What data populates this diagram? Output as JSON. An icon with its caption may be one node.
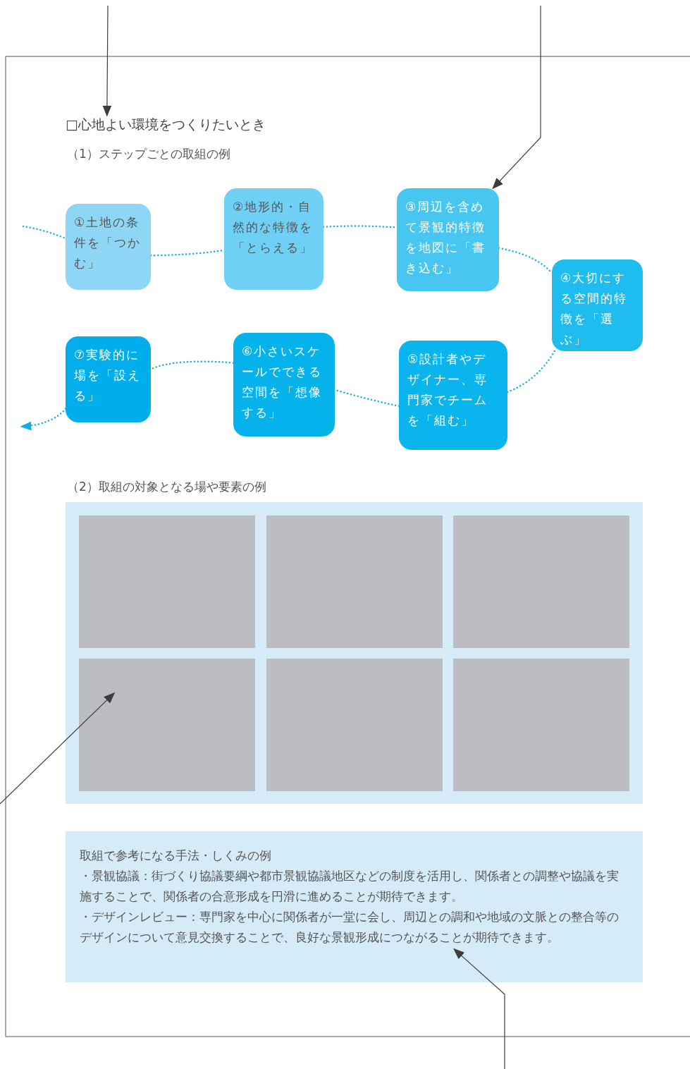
{
  "diagram": {
    "nodes": [
      {
        "text": [
          "□心地よい環境をつくりたいとき"
        ]
      },
      {
        "text": [
          "①土地の条件を「つかむ」"
        ]
      },
      {
        "text": [
          "②地形的・自然的な特徴を「とらえる」"
        ]
      },
      {
        "text": [
          "③周辺を含めて景観的特徴を地図に「書き込む」"
        ]
      },
      {
        "text": [
          "④大切にする空間的特徴を「選ぶ」"
        ]
      },
      {
        "text": [
          "⑤設計者やデザイナー、専門家でチームを「組む」"
        ]
      },
      {
        "text": [
          "⑥小さいスケールでできる空間を「想像する」"
        ]
      },
      {
        "text": [
          "⑦実験的に場を「設える」"
        ]
      },
      {
        "text": [],
        "shape": "box"
      },
      {
        "text": [],
        "shape": "box",
        "in": 8
      },
      {
        "text": [],
        "shape": "box",
        "in": 8
      },
      {
        "text": [],
        "shape": "box",
        "in": 8
      },
      {
        "text": [],
        "shape": "box",
        "in": 8
      },
      {
        "text": [],
        "shape": "box",
        "in": 8
      },
      {
        "text": [],
        "shape": "box",
        "in": 8
      },
      {
        "text": [
          "取組で参考になる手法・しくみの例",
          "・景観協議：街づくり協議要綱や都市景観協議地区などの制度を活用し、関係者との調整や協議を実施することで、関係者の合意形成を円滑に進めることが期待できます。",
          "・デザインレビュー：専門家を中心に関係者が一堂に会し、周辺との調和や地域の文脈との整合等のデザインについて意見交換することで、良好な景観形成につながることが期待できます。"
        ]
      }
    ],
    "edges": [
      {
        "from": null,
        "to": 1,
        "arrow": "none",
        "style": "dashed"
      },
      {
        "from": 1,
        "to": 2,
        "arrow": "none",
        "style": "dashed"
      },
      {
        "from": 2,
        "to": 3,
        "arrow": "none",
        "style": "dashed"
      },
      {
        "from": 3,
        "to": 4,
        "arrow": "none",
        "style": "dashed"
      },
      {
        "from": 4,
        "to": 5,
        "arrow": "none",
        "style": "dashed"
      },
      {
        "from": 5,
        "to": 6,
        "arrow": "none",
        "style": "dashed"
      },
      {
        "from": 6,
        "to": 7,
        "arrow": "none",
        "style": "dashed"
      },
      {
        "from": 7,
        "to": null,
        "arrow": "to",
        "style": "dashed"
      },
      {
        "from": null,
        "to": 0,
        "arrow": "to",
        "color": "#3c3c3c"
      },
      {
        "from": null,
        "to": 3,
        "arrow": "to",
        "color": "#3c3c3c"
      },
      {
        "from": null,
        "to": 12,
        "arrow": "to",
        "color": "#3c3c3c"
      },
      {
        "from": null,
        "to": 15,
        "arrow": "to",
        "color": "#3c3c3c"
      }
    ],
    "labels": [
      "（1）ステップごとの取組の例",
      "（2）取組の対象となる場や要素の例"
    ]
  }
}
